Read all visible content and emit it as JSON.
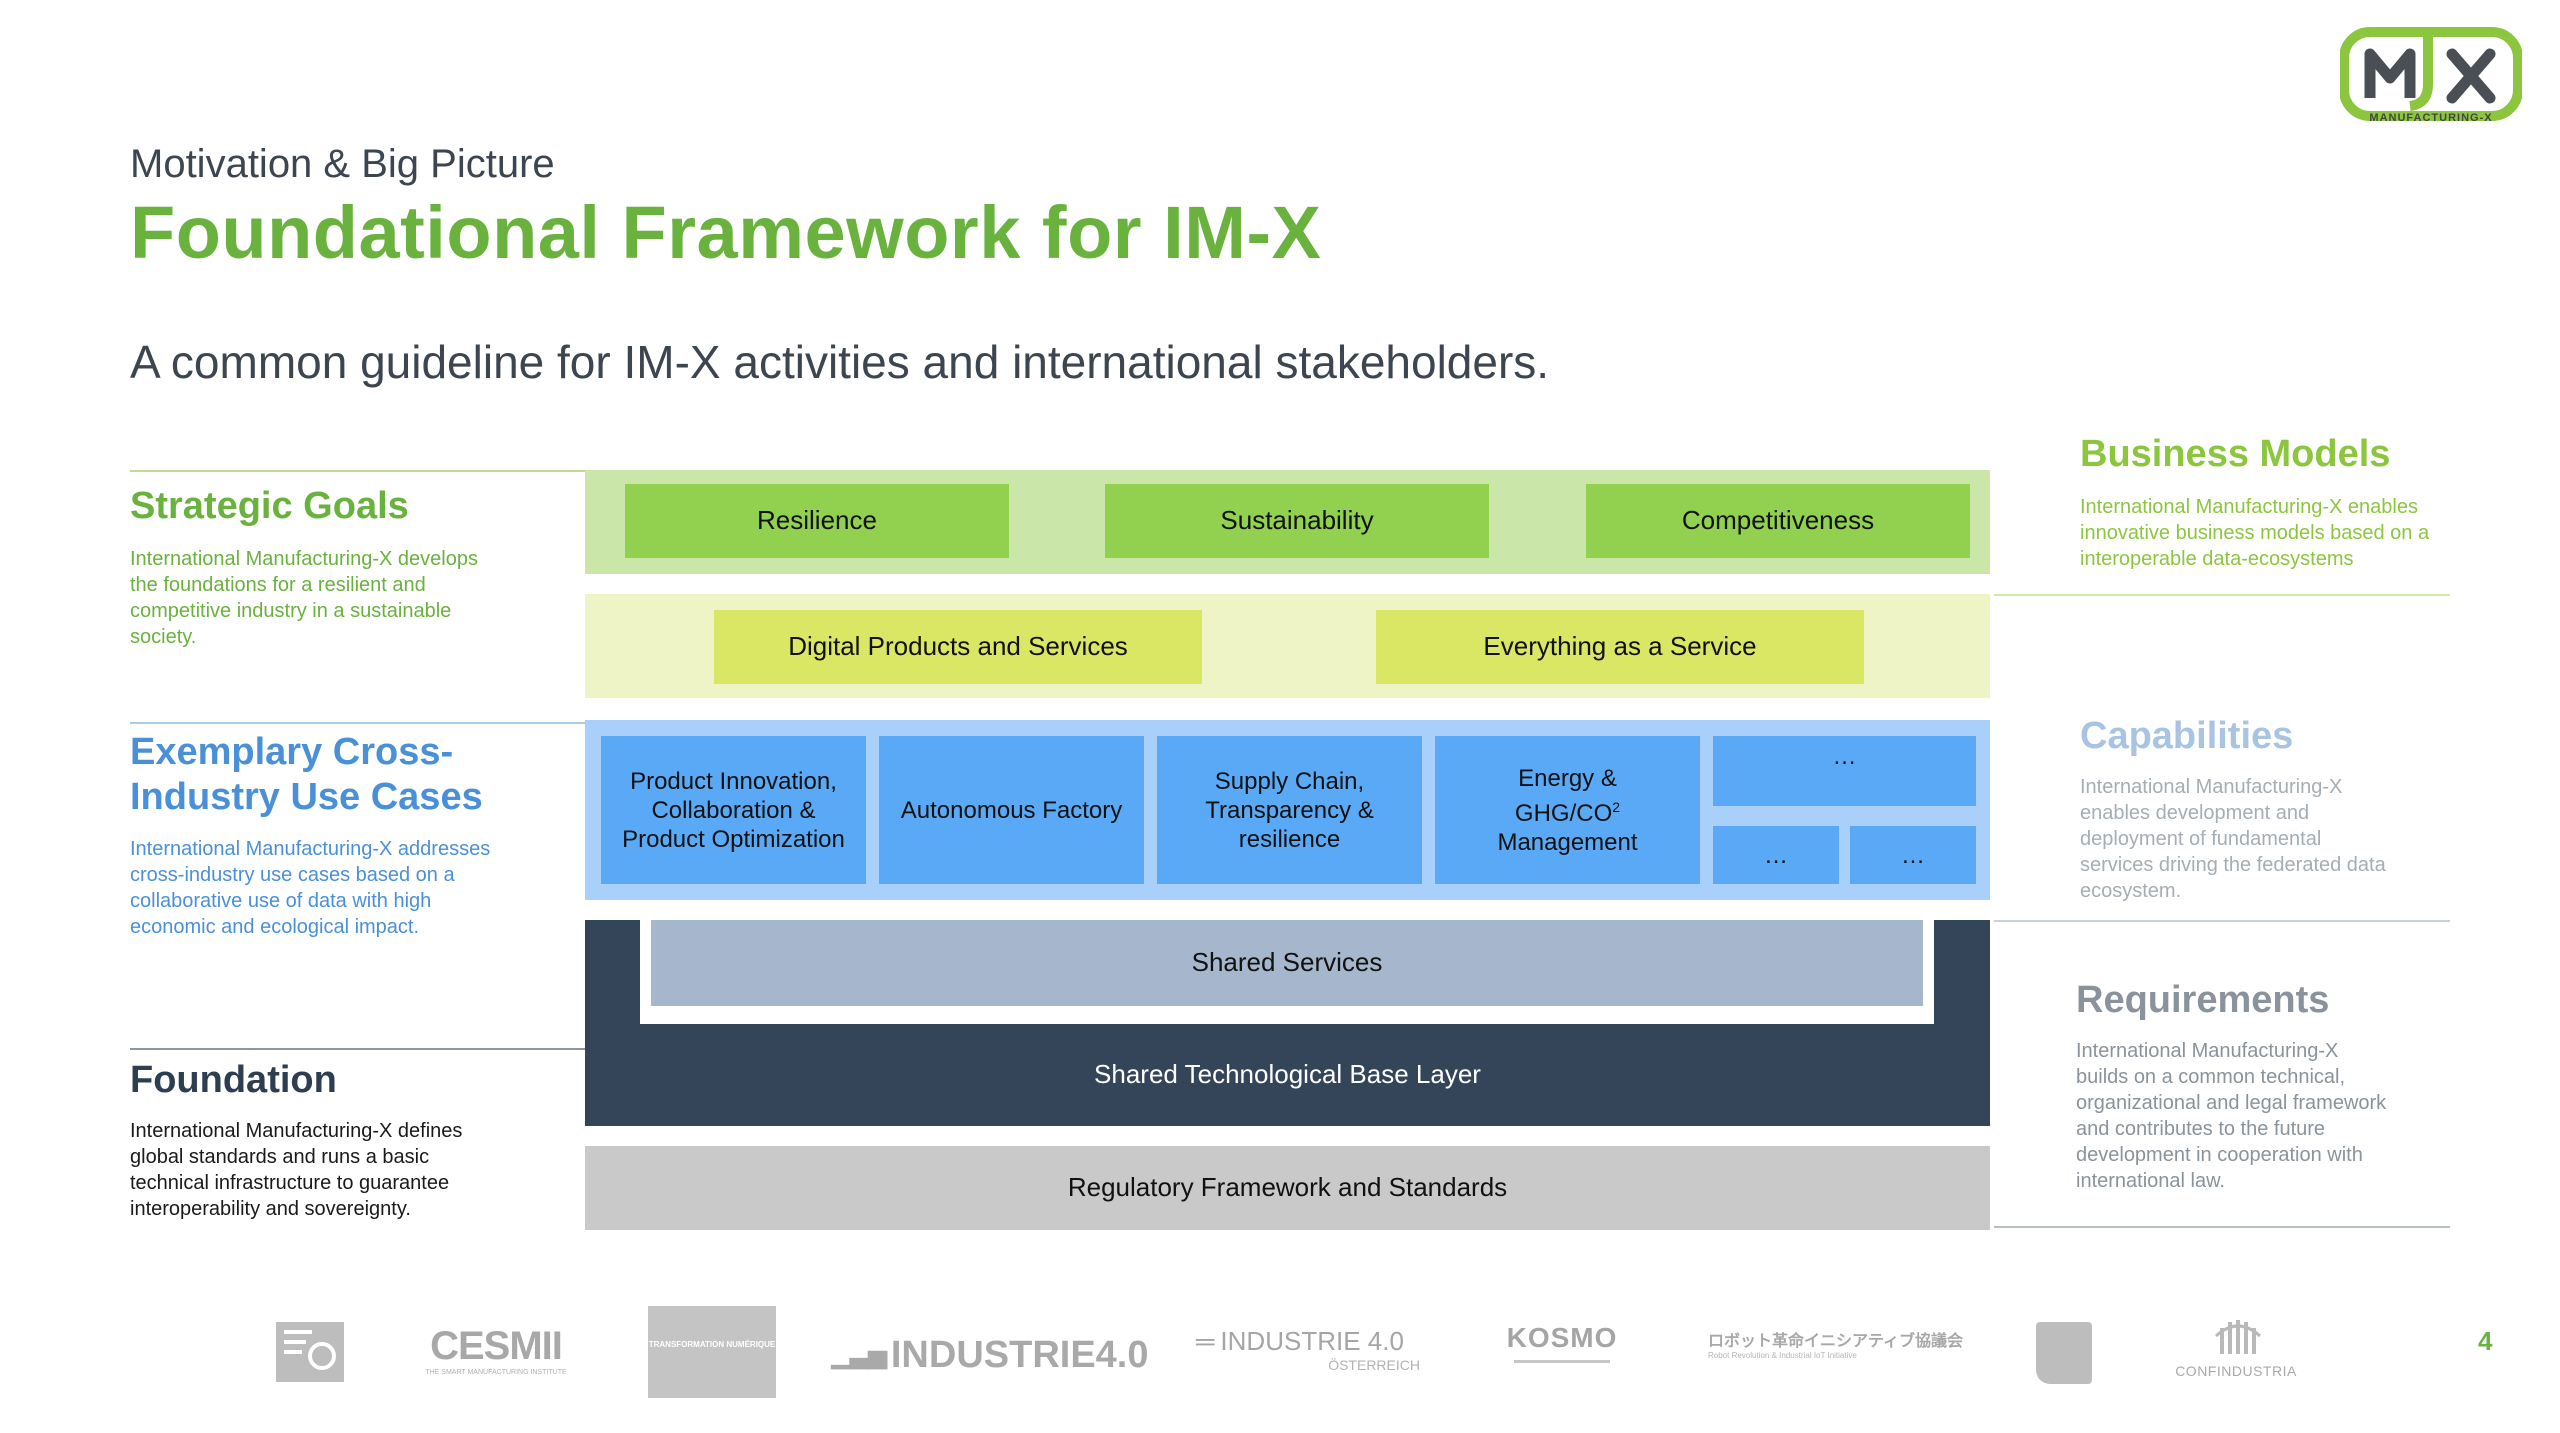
{
  "header": {
    "kicker": "Motivation & Big Picture",
    "title": "Foundational Framework for IM-X",
    "subtitle": "A common guideline for IM-X activities and international stakeholders."
  },
  "logo": {
    "letters": "MX",
    "caption": "MANUFACTURING-X"
  },
  "left": {
    "strategic": {
      "heading": "Strategic Goals",
      "body": [
        "International Manufacturing-X develops",
        "the foundations for a resilient and",
        "competitive industry in a sustainable",
        "society."
      ]
    },
    "usecases": {
      "heading": [
        "Exemplary Cross-",
        "Industry Use Cases"
      ],
      "body": [
        "International Manufacturing-X addresses",
        "cross-industry use cases based on a",
        "collaborative use of data with high",
        "economic and ecological impact."
      ]
    },
    "foundation": {
      "heading": "Foundation",
      "body": [
        "International Manufacturing-X defines",
        "global standards and runs a basic",
        "technical infrastructure to guarantee",
        "interoperability and sovereignty."
      ]
    }
  },
  "right": {
    "business": {
      "heading": "Business Models",
      "body": [
        "International Manufacturing-X enables",
        "innovative business models based on a",
        "interoperable data-ecosystems"
      ]
    },
    "capabilities": {
      "heading": "Capabilities",
      "body": [
        "International Manufacturing-X",
        "enables development and",
        "deployment of fundamental",
        "services driving the federated data",
        "ecosystem."
      ]
    },
    "requirements": {
      "heading": "Requirements",
      "body": [
        "International Manufacturing-X",
        "builds on a common technical,",
        "organizational and legal framework",
        "and contributes to the future",
        "development in cooperation with",
        "international law."
      ]
    }
  },
  "diagram": {
    "goals": [
      "Resilience",
      "Sustainability",
      "Competitiveness"
    ],
    "business": [
      "Digital Products and Services",
      "Everything as a Service"
    ],
    "usecases": {
      "u1": [
        "Product Innovation,",
        "Collaboration &",
        "Product Optimization"
      ],
      "u2": "Autonomous Factory",
      "u3": [
        "Supply Chain,",
        "Transparency &",
        "resilience"
      ],
      "u4_a": "Energy &",
      "u4_b": "GHG/CO",
      "u4_sup": "2",
      "u4_c": "Management",
      "more": "…"
    },
    "shared_services": "Shared Services",
    "base_layer": "Shared Technological Base Layer",
    "regulatory": "Regulatory Framework and Standards"
  },
  "page_number": "4",
  "partners": [
    "CESMII",
    "INDUSTRIE4.0",
    "INDUSTRIE 4.0",
    "KOSMO",
    "CONFINDUSTRIA"
  ],
  "partner_subs": {
    "cesmii": "THE SMART MANUFACTURING INSTITUTE",
    "austria": "ÖSTERREICH",
    "robot": "ロボット革命イニシアティブ協議会",
    "robot_sub": "Robot Revolution & Industrial IoT Initiative",
    "france": "TRANSFORMATION NUMÉRIQUE"
  },
  "colors": {
    "green": "#6ab23e",
    "goal_band": "#cbe6a9",
    "goal_box": "#92d050",
    "biz_band": "#eef4c6",
    "biz_box": "#d9e764",
    "uc_band": "#a9d0fb",
    "uc_box": "#5aa9f6",
    "dark": "#344559",
    "shared": "#a6b7cd",
    "regulatory": "#c9c9c9",
    "usecase_text": "#4a90d9",
    "grey_text": "#a5adb5"
  }
}
